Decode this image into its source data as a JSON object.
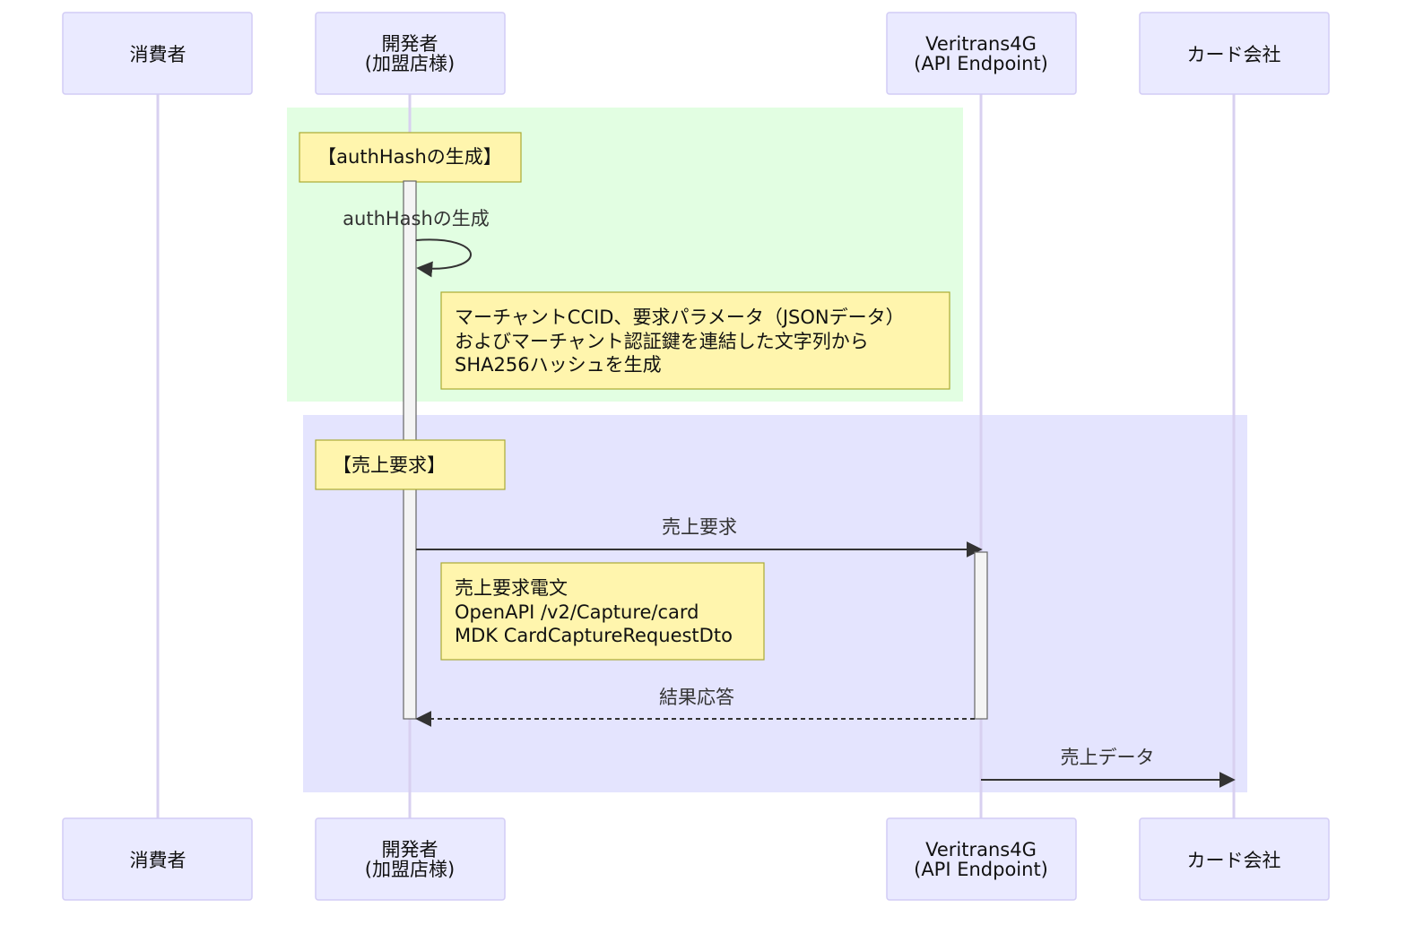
{
  "participants": {
    "consumer": {
      "lines": [
        "消費者"
      ]
    },
    "developer": {
      "lines": [
        "開発者",
        "(加盟店様)"
      ]
    },
    "veritrans": {
      "lines": [
        "Veritrans4G",
        "(API Endpoint)"
      ]
    },
    "card_company": {
      "lines": [
        "カード会社"
      ]
    }
  },
  "groups": {
    "auth_hash": {
      "color": "#e2fee2",
      "title": "【authHashの生成】",
      "self_message": "authHashの生成",
      "note_lines": [
        "マーチャントCCID、要求パラメータ（JSONデータ）",
        "およびマーチャント認証鍵を連結した文字列から",
        "SHA256ハッシュを生成"
      ]
    },
    "sales_request": {
      "color": "#e4e4fe",
      "title": "【売上要求】",
      "request_message": "売上要求",
      "note_lines": [
        "売上要求電文",
        "OpenAPI /v2/Capture/card",
        "MDK CardCaptureRequestDto"
      ],
      "response_message": "結果応答",
      "sales_data_message": "売上データ"
    }
  },
  "colors": {
    "actor_fill": "#eaeaff",
    "actor_stroke": "#d2ccf5",
    "note_fill": "#fff5ad",
    "note_stroke": "#aaaa33",
    "lifeline": "#d8d0f0",
    "arrow": "#333333"
  }
}
